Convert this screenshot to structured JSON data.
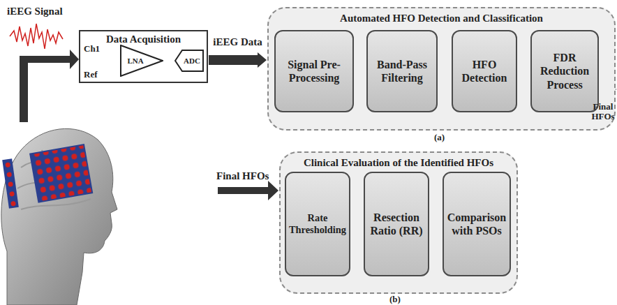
{
  "diagram": {
    "nodes": [
      {
        "text": [
          "Data Acquisition"
        ]
      },
      {
        "text": [
          "LNA"
        ],
        "in": 0
      },
      {
        "text": [
          "ADC"
        ],
        "in": 0
      },
      {
        "text": [
          "Automated HFO Detection and Classification"
        ]
      },
      {
        "text": [
          "Signal Pre-Processing"
        ],
        "in": 3
      },
      {
        "text": [
          "Band-Pass Filtering"
        ],
        "in": 3
      },
      {
        "text": [
          "HFO Detection"
        ],
        "in": 3
      },
      {
        "text": [
          "FDR Reduction Process"
        ],
        "in": 3
      },
      {
        "text": [
          "Clinical Evaluation of the Identified HFOs"
        ]
      },
      {
        "text": [
          "Rate Thresholding"
        ],
        "in": 8
      },
      {
        "text": [
          "Resection Ratio (RR)"
        ],
        "in": 8
      },
      {
        "text": [
          "Comparison with PSOs"
        ],
        "in": 8
      }
    ],
    "edges": [
      {
        "from": 1,
        "to": 2,
        "arrow": "none"
      },
      {
        "from": 0,
        "to": 3,
        "label": "iEEG Data",
        "arrow": "to"
      },
      {
        "from": 4,
        "to": 5,
        "arrow": "to"
      },
      {
        "from": 5,
        "to": 6,
        "arrow": "to"
      },
      {
        "from": 6,
        "to": 7,
        "arrow": "to"
      },
      {
        "from": 9,
        "to": 10,
        "arrow": "to"
      },
      {
        "from": 10,
        "to": 11,
        "arrow": "to"
      }
    ],
    "labels": [
      "iEEG Signal",
      "Ch1",
      "Ref",
      "Final HFOs",
      "(a)",
      "Final HFOs",
      "(b)"
    ]
  }
}
